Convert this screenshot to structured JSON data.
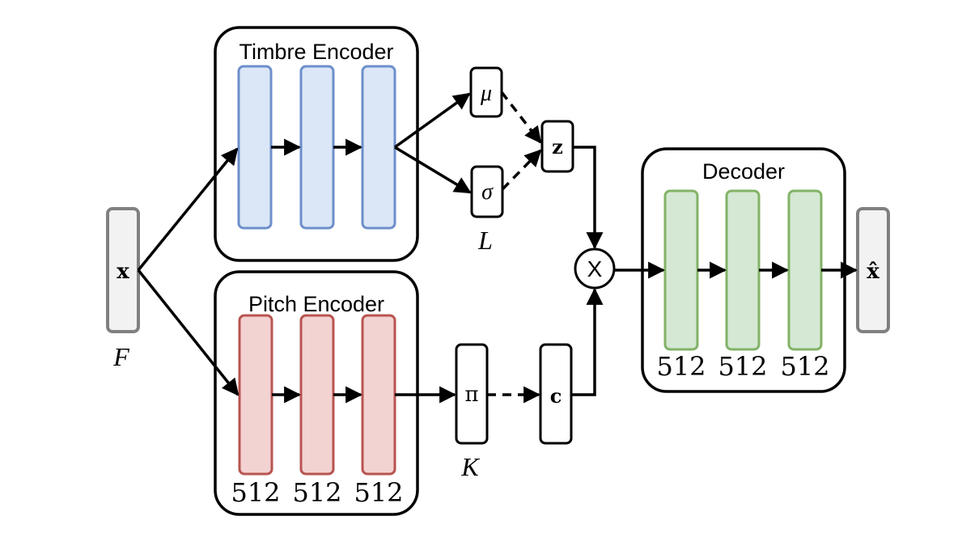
{
  "timbre_encoder": {
    "title": "Timbre Encoder",
    "fill": "#dbe7f7",
    "stroke": "#6d8fcb"
  },
  "pitch_encoder": {
    "title": "Pitch Encoder",
    "layer_sizes": [
      "512",
      "512",
      "512"
    ],
    "fill": "#f3d2d2",
    "stroke": "#b85450"
  },
  "decoder": {
    "title": "Decoder",
    "layer_sizes": [
      "512",
      "512",
      "512"
    ],
    "fill": "#d5e8d4",
    "stroke": "#82b366"
  },
  "input": {
    "symbol": "x",
    "dim_label": "F",
    "fill": "#f2f2f2",
    "stroke": "#808080"
  },
  "output": {
    "symbol": "x̂",
    "fill": "#f2f2f2",
    "stroke": "#808080"
  },
  "latent": {
    "mu": "μ",
    "sigma": "σ",
    "dim_label": "L",
    "z": "z"
  },
  "pitch_branch": {
    "pi": "π",
    "dim_label": "K",
    "c": "c"
  },
  "combine": {
    "symbol": "X"
  }
}
